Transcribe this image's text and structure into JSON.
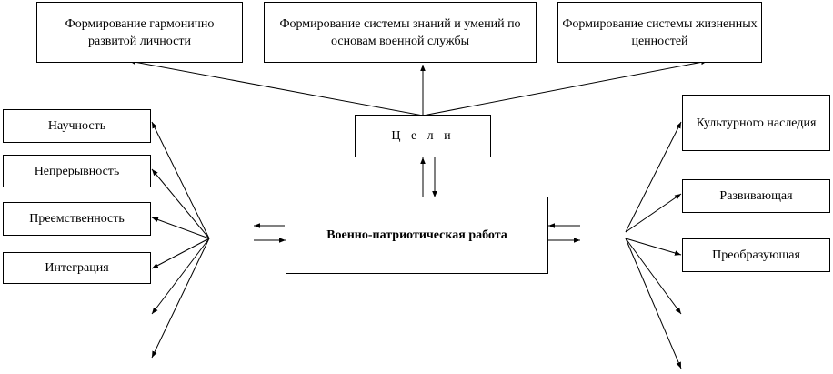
{
  "goals": {
    "harmonious": "Формирование гармонично развитой личности",
    "knowledge": "Формирование системы знаний и умений по основам военной службы",
    "values": "Формирование системы жизненных ценностей"
  },
  "center": {
    "goals_label": "Ц е л и",
    "main_label": "Военно-патриотическая работа"
  },
  "principles": [
    "Научность",
    "Непрерывность",
    "Преемственность",
    "Интеграция"
  ],
  "functions": [
    "Культурного наследия",
    "Развивающая",
    "Преобразующая"
  ]
}
